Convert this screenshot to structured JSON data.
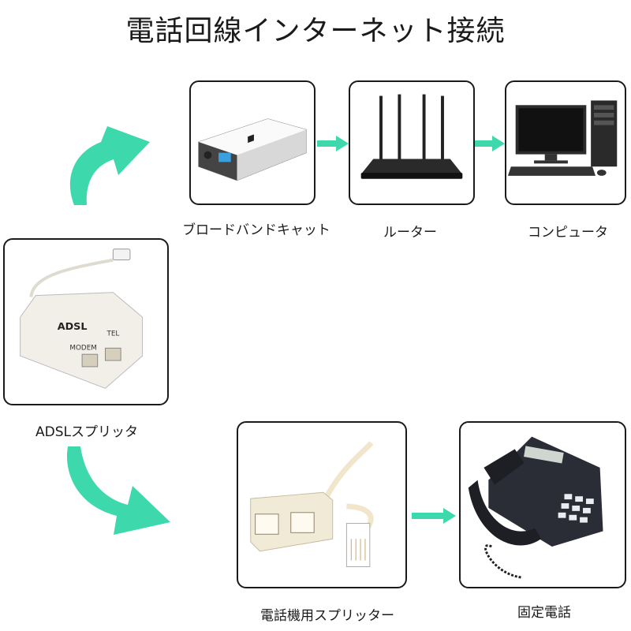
{
  "title": "電話回線インターネット接続",
  "labels": {
    "broadband": "ブロードバンドキャット",
    "router": "ルーター",
    "computer": "コンピュータ",
    "adsl": "ADSLスプリッタ",
    "phone_splitter": "電話機用スプリッター",
    "fixed_phone": "固定電話"
  },
  "device_text": {
    "adsl_brand": "ADSL",
    "modem_port": "MODEM",
    "tel_port": "TEL"
  },
  "colors": {
    "curved_arrow": "#3dd9ad",
    "small_arrow": "#3dd9ad",
    "border": "#1a1a1a"
  },
  "icons": [
    "broadband-modem-image",
    "router-image",
    "computer-image",
    "adsl-splitter-image",
    "phone-splitter-image",
    "desk-phone-image"
  ]
}
